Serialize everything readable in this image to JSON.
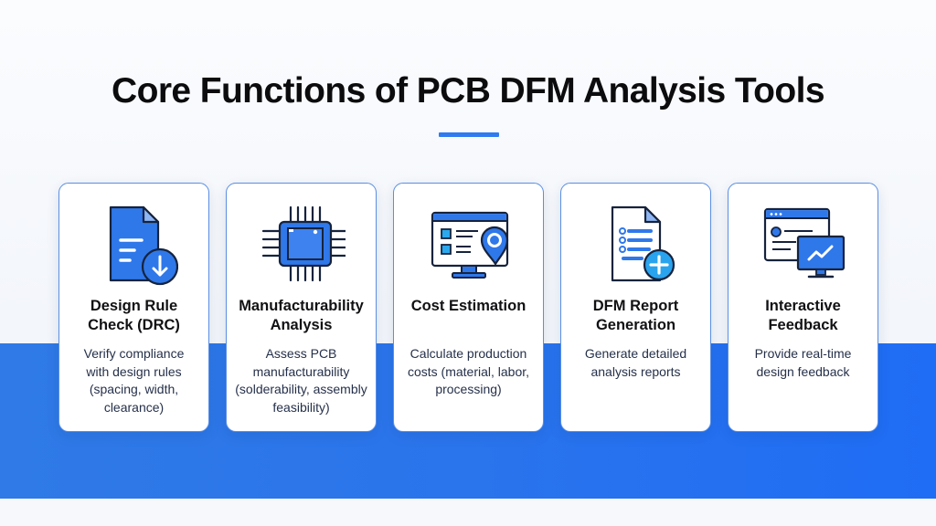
{
  "title": "Core Functions of PCB DFM Analysis Tools",
  "colors": {
    "accent": "#2a74ec",
    "underline": "#2f7bf0",
    "card_border": "#5b8fe3",
    "icon_blue": "#2f78ea",
    "icon_outline": "#16233d"
  },
  "cards": [
    {
      "icon": "document-download-icon",
      "heading_line1": "Design Rule",
      "heading_line2": "Check (DRC)",
      "desc_lines": [
        "Verify compliance",
        "with design rules",
        "(spacing, width,",
        "clearance)"
      ]
    },
    {
      "icon": "microchip-icon",
      "heading_line1": "Manufacturability",
      "heading_line2": "Analysis",
      "desc_lines": [
        "Assess PCB",
        "manufacturability",
        "(solderability, assembly",
        "feasibility)"
      ]
    },
    {
      "icon": "monitor-location-pin-icon",
      "heading_line1": "Cost Estimation",
      "heading_line2": "",
      "desc_lines": [
        "Calculate production",
        "costs (material, labor,",
        "processing)",
        ""
      ]
    },
    {
      "icon": "report-add-icon",
      "heading_line1": "DFM Report",
      "heading_line2": "Generation",
      "desc_lines": [
        "Generate detailed",
        "analysis reports",
        "",
        ""
      ]
    },
    {
      "icon": "browser-monitor-chart-icon",
      "heading_line1": "Interactive",
      "heading_line2": "Feedback",
      "desc_lines": [
        "Provide real-time",
        "design feedback",
        "",
        ""
      ]
    }
  ]
}
